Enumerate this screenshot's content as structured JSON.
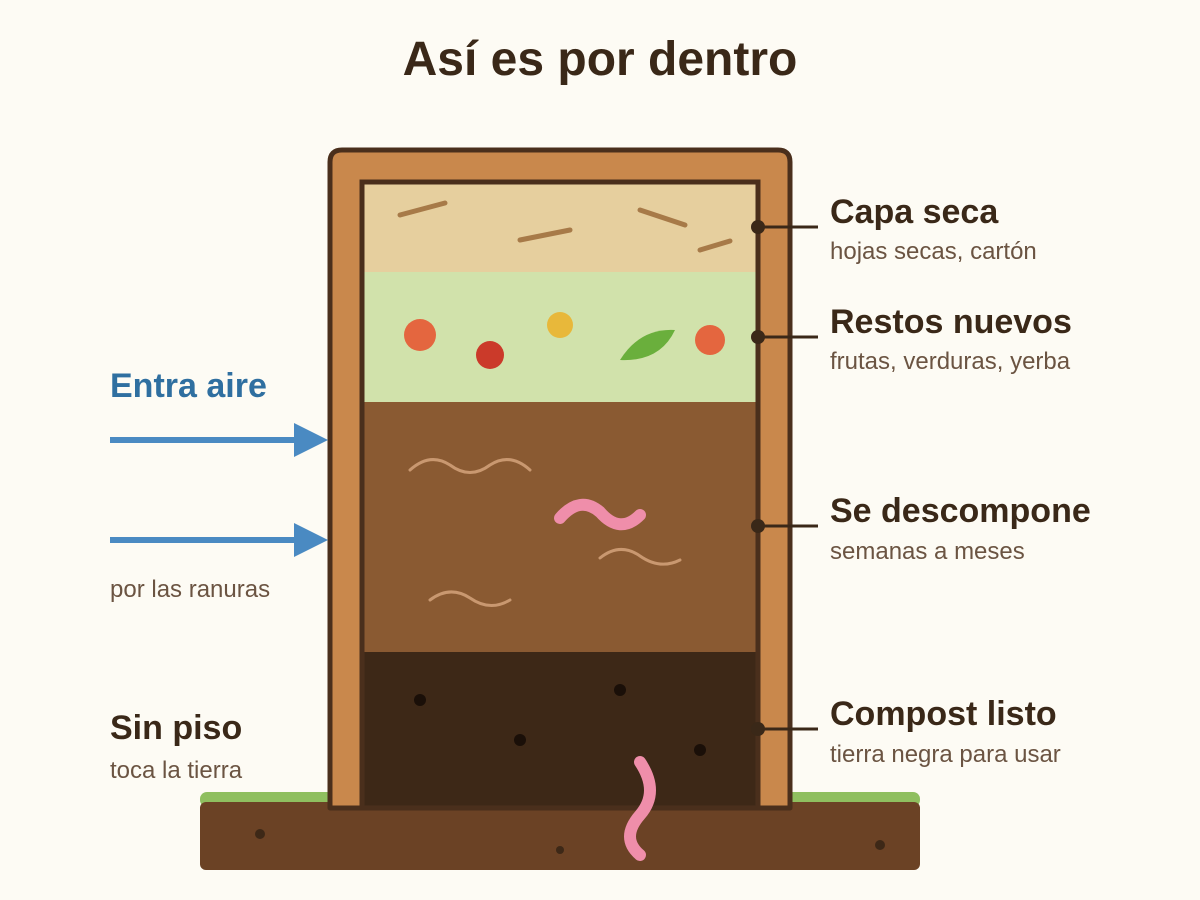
{
  "title": "Así es por dentro",
  "layers": [
    {
      "name": "Capa seca",
      "desc": "hojas secas, cartón"
    },
    {
      "name": "Restos nuevos",
      "desc": "frutas, verduras, yerba"
    },
    {
      "name": "Se descompone",
      "desc": "semanas a meses"
    },
    {
      "name": "Compost listo",
      "desc": "tierra negra para usar"
    }
  ],
  "air": {
    "label": "Entra aire",
    "note": "por las ranuras"
  },
  "floor": {
    "label": "Sin piso",
    "note": "toca la tierra"
  },
  "colors": {
    "frame": "#c9884c",
    "outline": "#4a2f1c",
    "dry_layer": "#e6cf9e",
    "fresh_layer": "#d1e2ab",
    "decomposing_layer": "#8a5a32",
    "finished_layer": "#3d2817",
    "soil": "#6b4225",
    "grass": "#8fbf5f",
    "air_arrow": "#4a8ac2",
    "worm": "#ef8eaa"
  }
}
